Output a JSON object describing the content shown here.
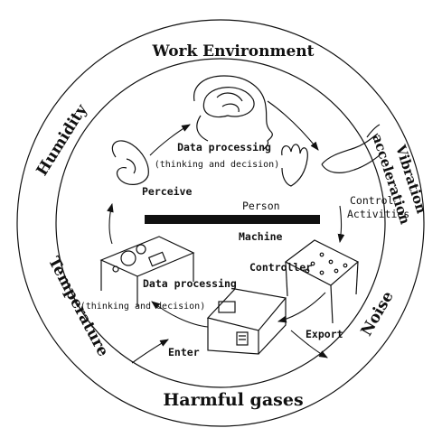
{
  "ring": {
    "top": "Work Environment",
    "bottom": "Harmful gases",
    "left_upper": "Humidity",
    "left_lower": "Temperature",
    "right_upper_line1": "Vibration",
    "right_upper_line2": "acceleration",
    "right_lower": "Noise"
  },
  "loop": {
    "person_processing_title": "Data processing",
    "person_processing_sub": "(thinking and decision)",
    "perceive": "Perceive",
    "control_activities_line1": "Control",
    "control_activities_line2": "Activities",
    "person": "Person",
    "machine": "Machine",
    "controller": "Controller",
    "machine_processing_title": "Data processing",
    "machine_processing_sub": "(thinking and decision)",
    "enter": "Enter",
    "export": "Export"
  }
}
